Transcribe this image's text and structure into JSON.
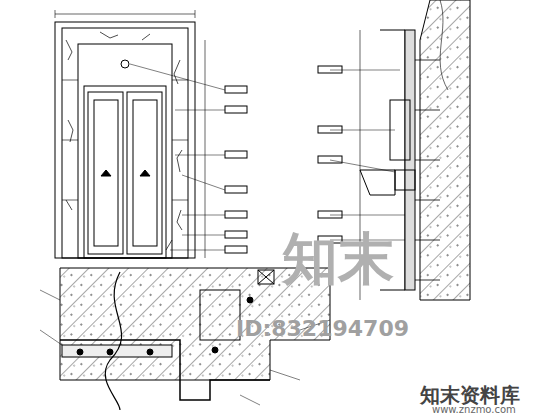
{
  "diagram": {
    "labels": [
      "知末",
      "ID:832194709",
      "知末资料库",
      "www.znzmo.com"
    ]
  }
}
